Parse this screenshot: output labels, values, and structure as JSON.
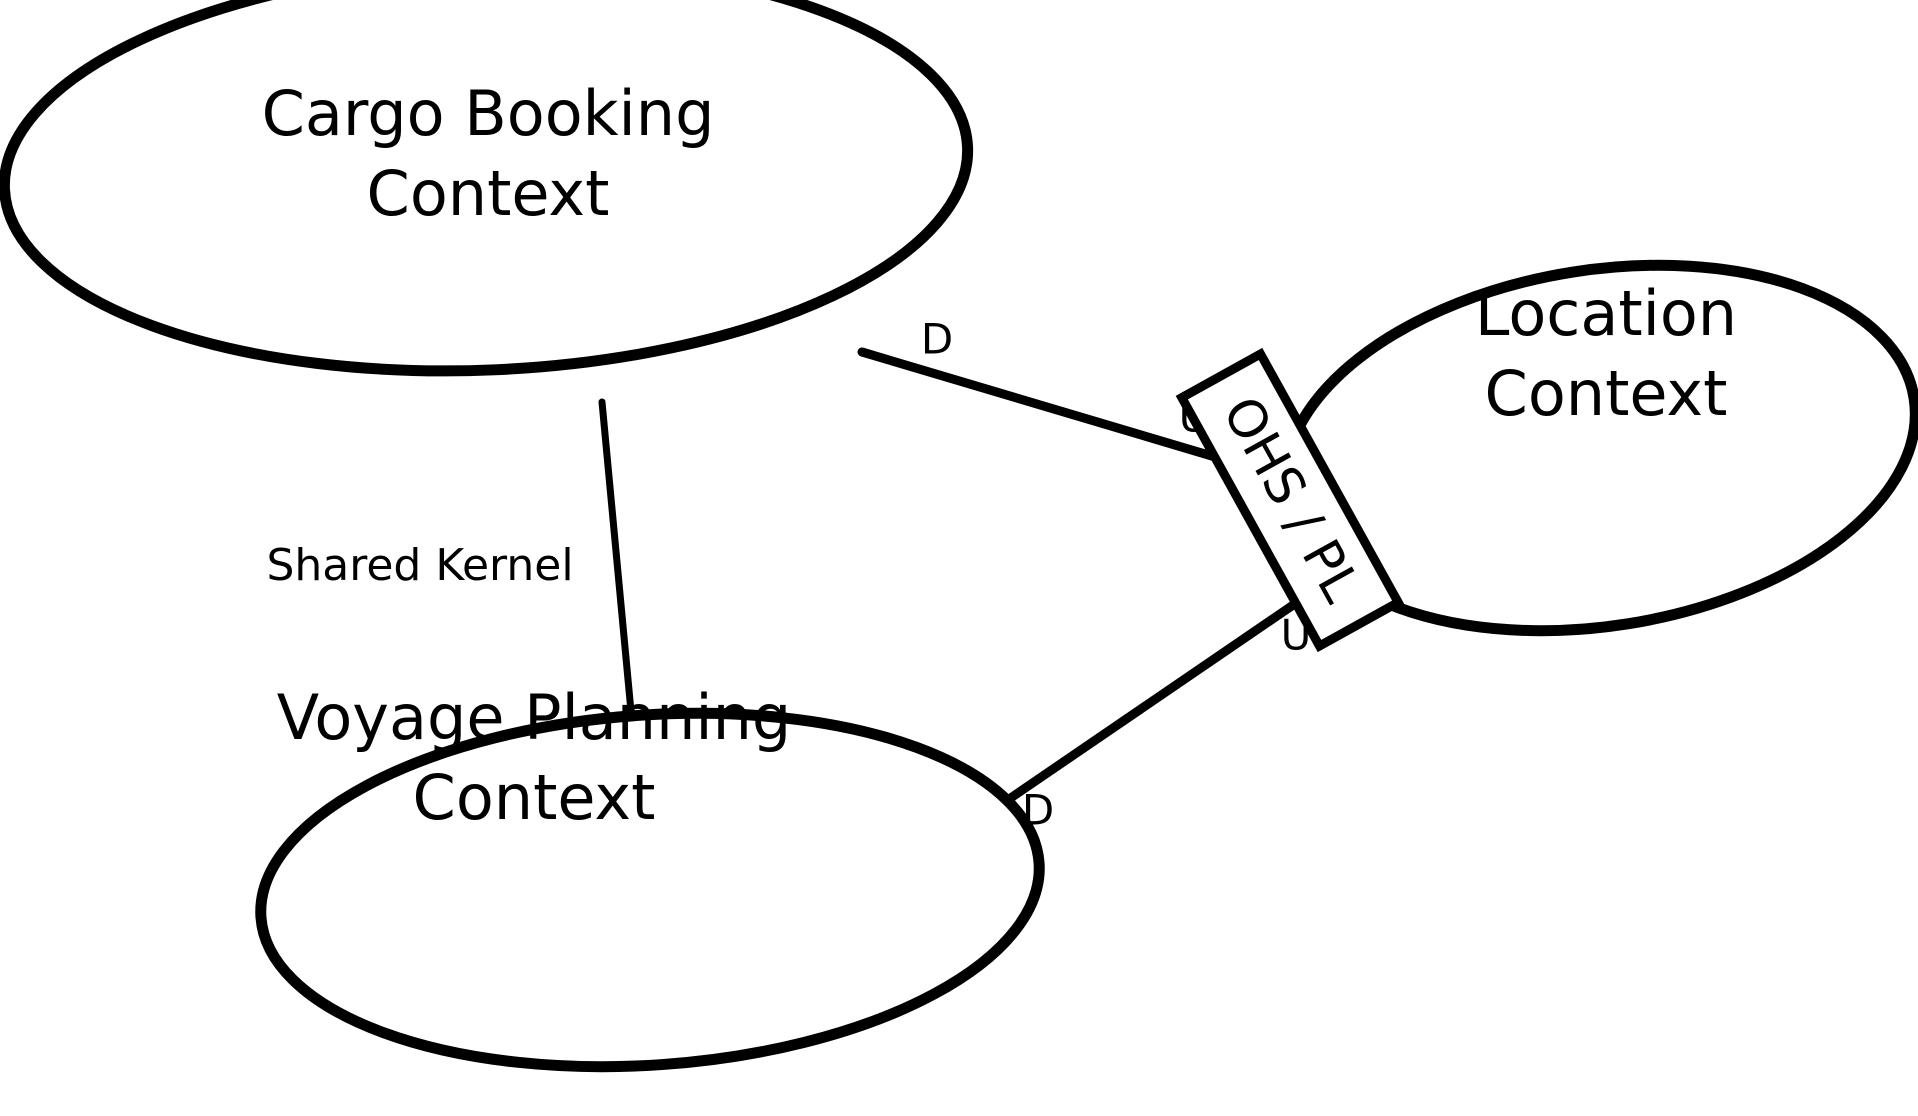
{
  "diagram": {
    "kind": "ddd-context-map",
    "title": "",
    "background_color": "#ffffff",
    "stroke_color": "#000000",
    "contexts": [
      {
        "id": "cargo-booking",
        "name": "Cargo Booking Context",
        "line1": "Cargo Booking",
        "line2": "Context"
      },
      {
        "id": "location",
        "name": "Location Context",
        "line1": "Location",
        "line2": "Context"
      },
      {
        "id": "voyage-planning",
        "name": "Voyage Planning Context",
        "line1": "Voyage Planning",
        "line2": "Context"
      }
    ],
    "relationships": [
      {
        "id": "shared-kernel",
        "label": "Shared Kernel",
        "from": "cargo-booking",
        "to": "voyage-planning",
        "from_role": "",
        "to_role": ""
      },
      {
        "id": "cargo-location-ohs-pl",
        "label": "OHS / PL",
        "from": "cargo-booking",
        "to": "location",
        "from_role": "D",
        "to_role": "U"
      },
      {
        "id": "voyage-location-ohs-pl",
        "label": "OHS / PL",
        "from": "voyage-planning",
        "to": "location",
        "from_role": "D",
        "to_role": "U"
      }
    ],
    "role_markers": {
      "downstream": "D",
      "upstream": "U"
    }
  }
}
